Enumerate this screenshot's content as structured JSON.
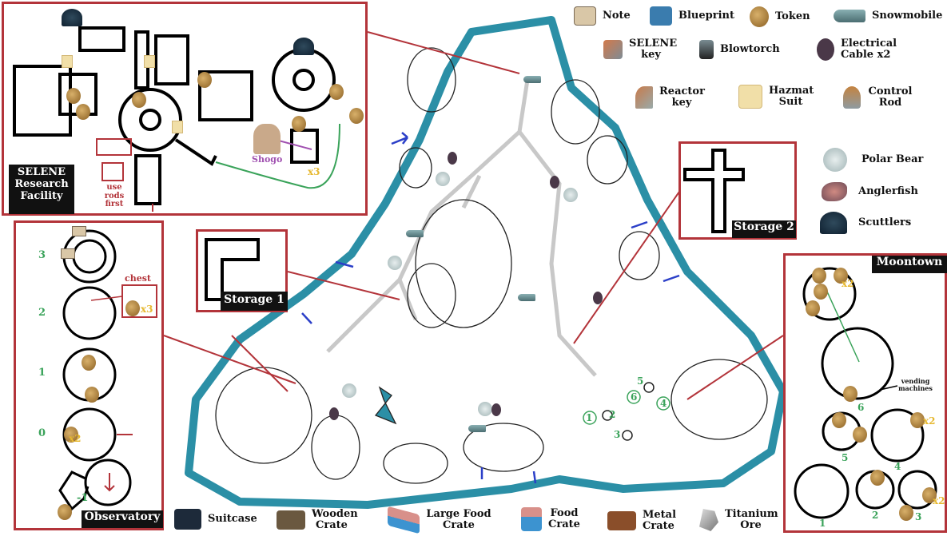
{
  "legend_top": [
    {
      "label": "Note",
      "icon": "note-icon"
    },
    {
      "label": "Blueprint",
      "icon": "blueprint-icon"
    },
    {
      "label": "Token",
      "icon": "token-icon"
    },
    {
      "label": "Snowmobile",
      "icon": "snowmobile-icon"
    },
    {
      "label": "SELENE key",
      "icon": "selene-key-icon"
    },
    {
      "label": "Blowtorch",
      "icon": "blowtorch-icon"
    },
    {
      "label": "Electrical Cable x2",
      "icon": "cable-icon"
    },
    {
      "label": "Reactor key",
      "icon": "reactor-key-icon"
    },
    {
      "label": "Hazmat Suit",
      "icon": "hazmat-suit-icon"
    },
    {
      "label": "Control Rod",
      "icon": "control-rod-icon"
    }
  ],
  "legend_enemies": [
    {
      "label": "Polar Bear",
      "icon": "polar-bear-icon"
    },
    {
      "label": "Anglerfish",
      "icon": "anglerfish-icon"
    },
    {
      "label": "Scuttlers",
      "icon": "scuttler-icon"
    }
  ],
  "legend_bottom": [
    {
      "label": "Suitcase",
      "icon": "suitcase-icon"
    },
    {
      "label": "Wooden Crate",
      "icon": "wooden-crate-icon"
    },
    {
      "label": "Large Food Crate",
      "icon": "large-food-crate-icon"
    },
    {
      "label": "Food Crate",
      "icon": "food-crate-icon"
    },
    {
      "label": "Metal Crate",
      "icon": "metal-crate-icon"
    },
    {
      "label": "Titanium Ore",
      "icon": "titanium-ore-icon"
    }
  ],
  "selene": {
    "title": "SELENE Research Facility",
    "note": "use rods first",
    "npc": "Shogo",
    "count": "x3"
  },
  "observatory": {
    "title": "Observatory",
    "floors": [
      "3",
      "2",
      "1",
      "0",
      "-1"
    ],
    "chest_label": "chest",
    "chest_count": "x3",
    "floor0_count": "x2"
  },
  "storage1": {
    "title": "Storage 1"
  },
  "storage2": {
    "title": "Storage 2"
  },
  "moontown": {
    "title": "Moontown",
    "vending": "vending machines",
    "buildings": [
      "6",
      "5",
      "4",
      "1",
      "2",
      "3"
    ],
    "count_top": "x2",
    "count_4": "x2",
    "count_3": "x2"
  },
  "map_labels": [
    "1",
    "2",
    "3",
    "4",
    "5",
    "6"
  ],
  "colors": {
    "frame": "#b3343a",
    "water": "#2b8fa6",
    "road": "#c8c8c8",
    "floor_label": "#3aa35a",
    "count": "#e6b830"
  }
}
